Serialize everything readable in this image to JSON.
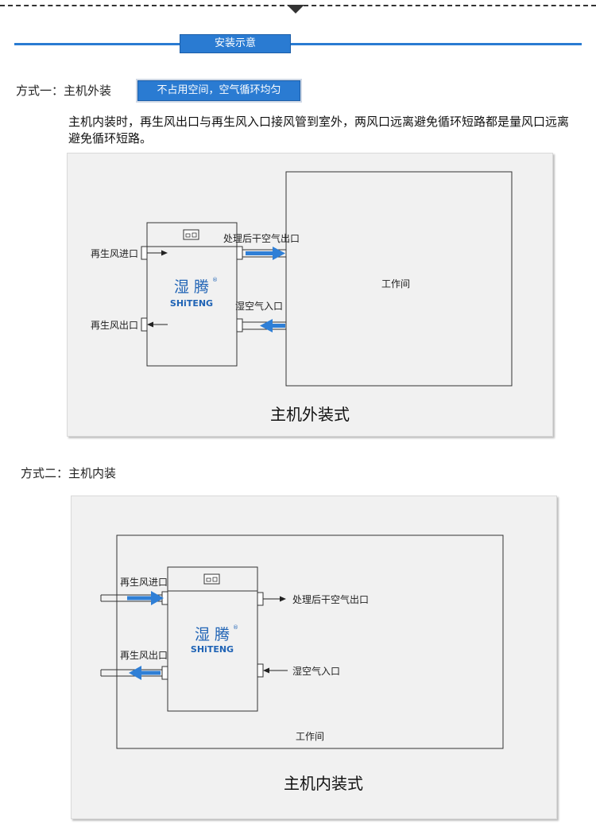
{
  "section": {
    "title": "安装示意"
  },
  "method1": {
    "label": "方式一：主机外装",
    "badge": "不占用空间，空气循环均匀",
    "description": "主机内装时，再生风出口与再生风入口接风管到室外，两风口远离避免循环短路都是量风口远离避免循环短路。",
    "diagram": {
      "regen_in": "再生风进口",
      "regen_out": "再生风出口",
      "dry_out": "处理后干空气出口",
      "wet_in": "湿空气入口",
      "room": "工作间",
      "caption": "主机外装式"
    }
  },
  "method2": {
    "label": "方式二：主机内装",
    "diagram": {
      "regen_in": "再生风进口",
      "regen_out": "再生风出口",
      "dry_out": "处理后干空气出口",
      "wet_in": "湿空气入口",
      "room": "工作间",
      "caption": "主机内装式"
    }
  },
  "brand": {
    "cn": "湿 腾",
    "en": "SHiTENG",
    "reg": "®"
  },
  "colors": {
    "accent": "#2a7bd2",
    "arrow": "#2f7fd6",
    "panel": "#f1f1f1"
  }
}
